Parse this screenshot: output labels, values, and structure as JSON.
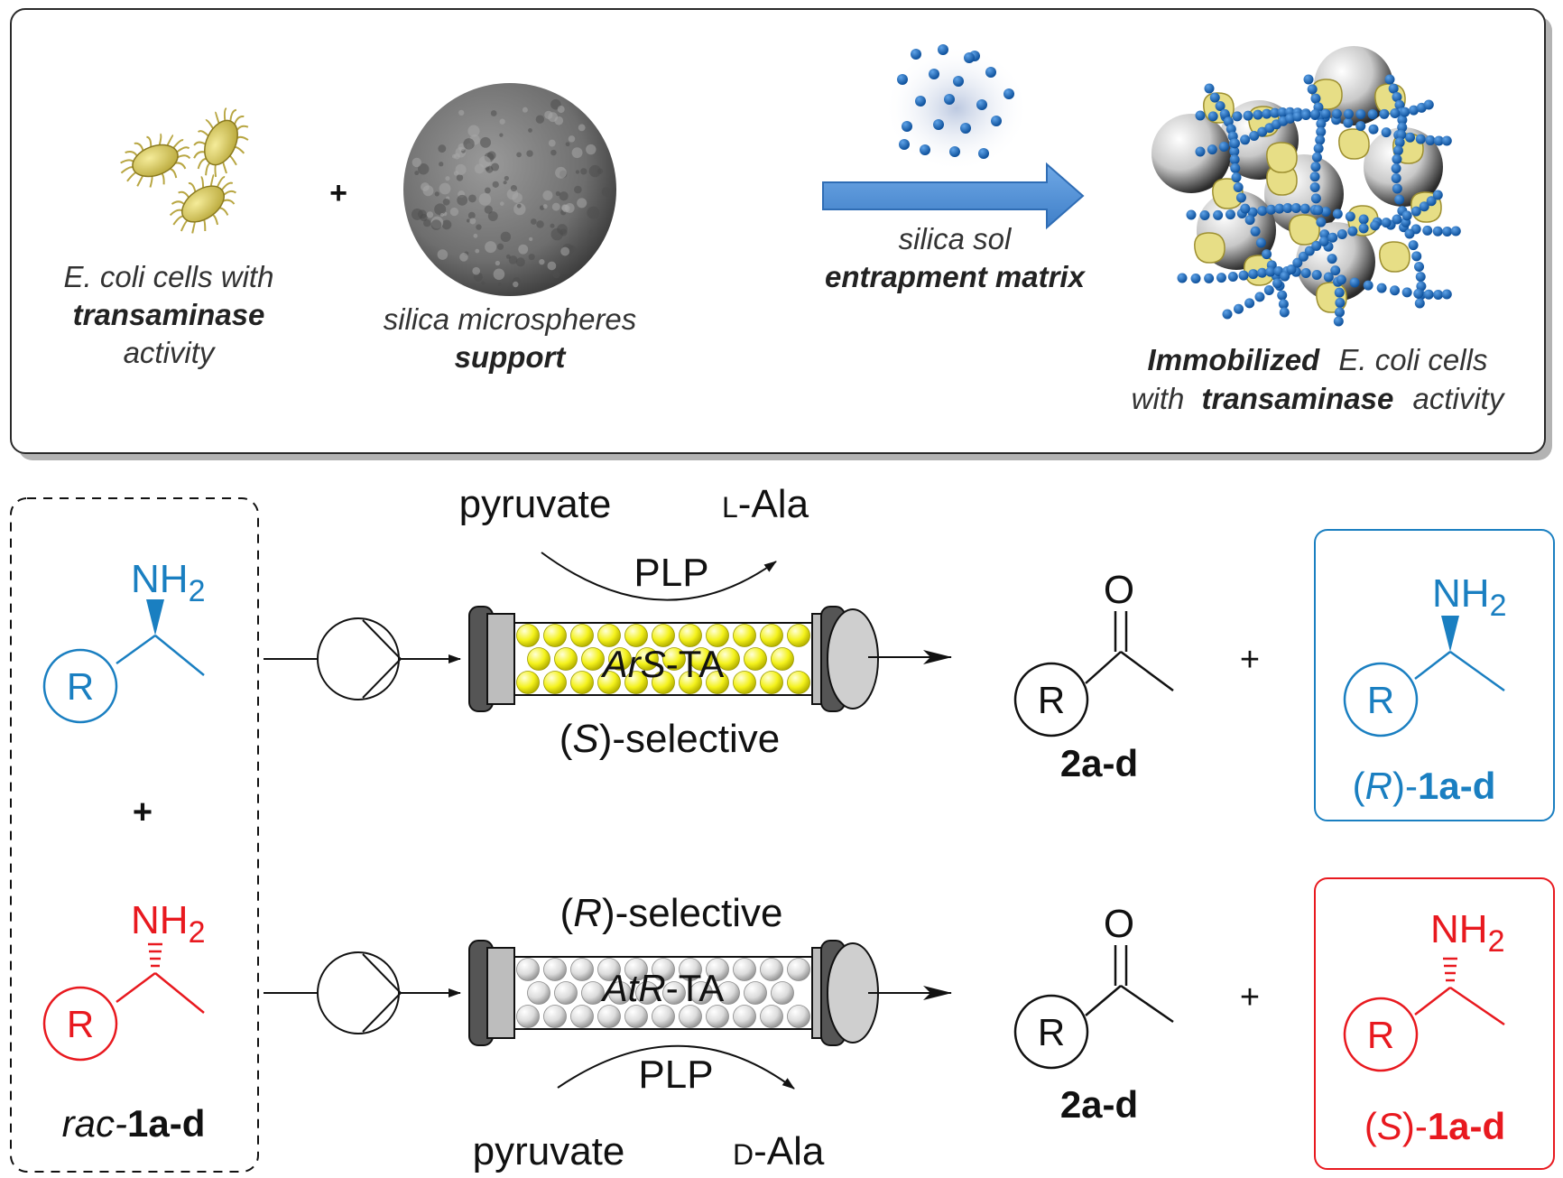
{
  "top_panel": {
    "cells_caption": [
      "E. coli cells with",
      "transaminase",
      "activity"
    ],
    "plus": "+",
    "support_caption": [
      "silica microspheres",
      "support"
    ],
    "arrow_caption": [
      "silica sol",
      "entrapment matrix"
    ],
    "product_caption": {
      "line1_bold": "Immobilized",
      "line1_rest": "E. coli cells",
      "line2_pre": "with",
      "line2_bold": "transaminase",
      "line2_post": "activity"
    }
  },
  "substrates": {
    "amine_label": "NH",
    "amine_sub": "2",
    "r_label": "R",
    "plus": "+",
    "rac_italic": "rac-",
    "rac_bold": "1a-d"
  },
  "reactor_s": {
    "cosubstrate": "pyruvate",
    "coproduct_prefix": "L",
    "coproduct": "-Ala",
    "cofactor": "PLP",
    "enzyme_italic": "ArS",
    "enzyme_suffix": "-TA",
    "selectivity_open": "(",
    "selectivity_letter": "S",
    "selectivity_rest": ")-selective"
  },
  "reactor_r": {
    "cosubstrate": "pyruvate",
    "coproduct_prefix": "D",
    "coproduct": "-Ala",
    "cofactor": "PLP",
    "enzyme_italic": "AtR",
    "enzyme_suffix": "-TA",
    "selectivity_open": "(",
    "selectivity_letter": "R",
    "selectivity_rest": ")-selective"
  },
  "products": {
    "ketone_o": "O",
    "ketone_r": "R",
    "ketone_label": "2a-d",
    "plus": "+",
    "r_product_open": "(",
    "r_product_letter": "R",
    "r_product_close": ")-",
    "r_product_bold": "1a-d",
    "s_product_open": "(",
    "s_product_letter": "S",
    "s_product_close": ")-",
    "s_product_bold": "1a-d",
    "amine_label": "NH",
    "amine_sub": "2",
    "r_label": "R"
  },
  "colors": {
    "blue": "#1a7fc1",
    "red": "#e8191f",
    "black": "#111111",
    "arrow_blue": "#4f8fd6",
    "bead_yellow": "#f2f218",
    "bead_grey": "#d8d8d8"
  }
}
